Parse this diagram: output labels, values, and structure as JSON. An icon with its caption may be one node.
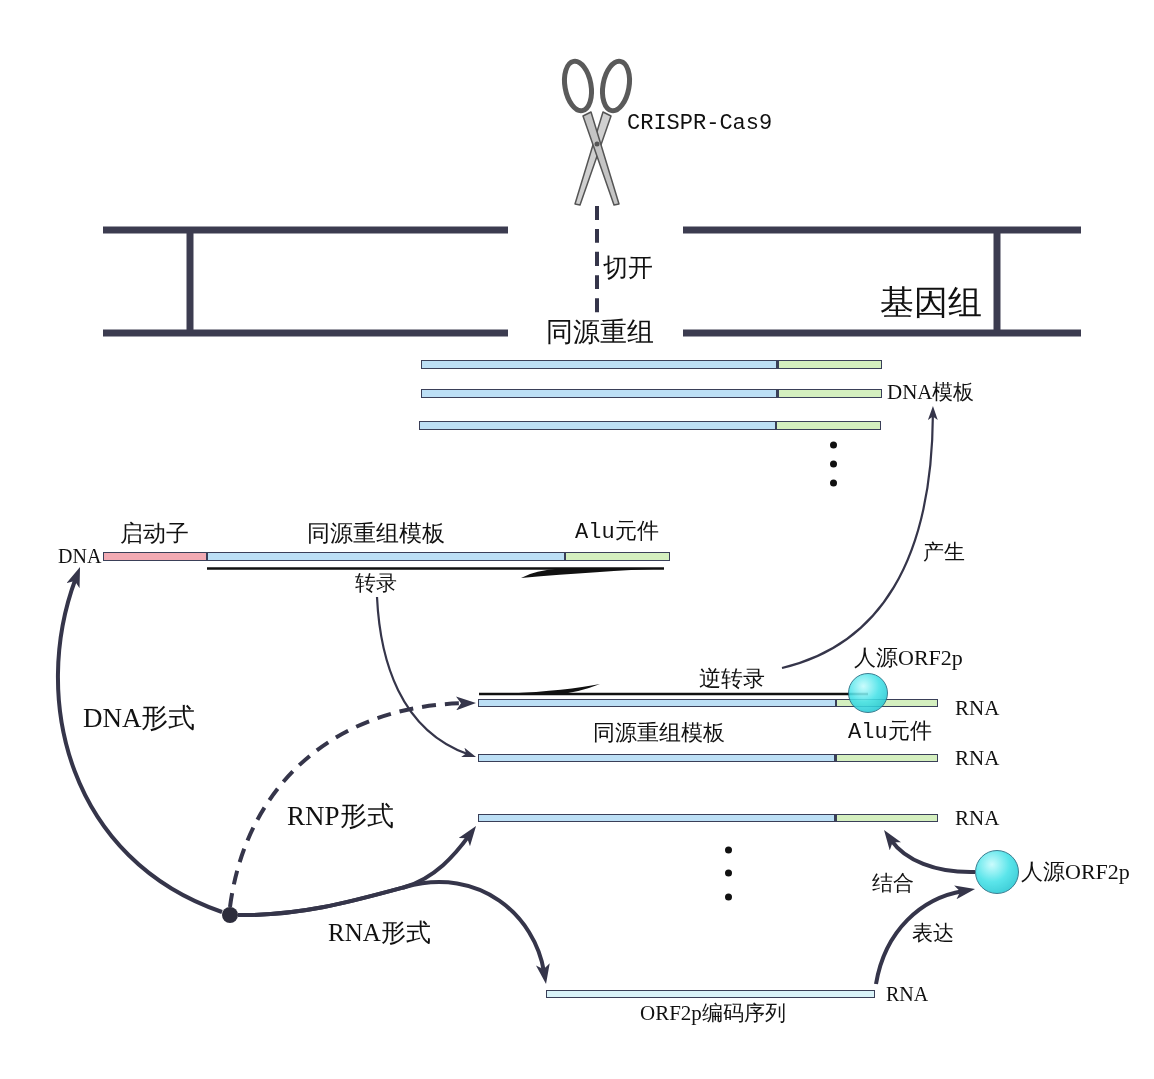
{
  "diagram": {
    "nodes": [
      {
        "text": [],
        "shape": "picture",
        "beside": [
          "CRISPR-Cas9"
        ]
      },
      {
        "text": [],
        "shape": "ladder"
      },
      {
        "text": [
          "基因组"
        ]
      },
      {
        "text": [
          "同源重组"
        ]
      },
      {
        "text": [],
        "shape": "bar"
      },
      {
        "text": [],
        "shape": "bar"
      },
      {
        "text": [
          "DNA模板"
        ]
      },
      {
        "text": [],
        "shape": "bar"
      },
      {
        "text": [
          "DNA"
        ]
      },
      {
        "text": [
          "启动子"
        ],
        "in": 8
      },
      {
        "text": [
          "同源重组模板"
        ],
        "in": 8
      },
      {
        "text": [
          "Alu元件"
        ],
        "in": 8
      },
      {
        "text": [
          "转录"
        ]
      },
      {
        "text": [],
        "shape": "circle",
        "beside": [
          "人源ORF2p"
        ]
      },
      {
        "text": [
          "逆转录"
        ]
      },
      {
        "text": [
          "RNA"
        ]
      },
      {
        "text": [
          "同源重组模板"
        ],
        "in": 15
      },
      {
        "text": [
          "Alu元件"
        ],
        "in": 15
      },
      {
        "text": [
          "RNA"
        ]
      },
      {
        "text": [
          "RNA"
        ]
      },
      {
        "text": [],
        "shape": "circle",
        "beside": [
          "人源ORF2p"
        ]
      },
      {
        "text": [],
        "shape": "circle"
      },
      {
        "text": [
          "ORF2p编码序列"
        ],
        "beside": [
          "RNA"
        ]
      }
    ],
    "edges": [
      {
        "from": 0,
        "to": 3,
        "arrow": "none",
        "style": "dashed",
        "label": "切开"
      },
      {
        "from": 14,
        "to": 6,
        "arrow": "to",
        "label": "产生"
      },
      {
        "from": 12,
        "to": 18,
        "arrow": "to"
      },
      {
        "from": 21,
        "to": 8,
        "arrow": "to",
        "label": "DNA形式"
      },
      {
        "from": 21,
        "to": 15,
        "arrow": "to",
        "style": "dashed",
        "label": "RNP形式"
      },
      {
        "from": 21,
        "to": 19,
        "arrow": "to",
        "label": "RNA形式"
      },
      {
        "from": 21,
        "to": 22,
        "arrow": "to"
      },
      {
        "from": 20,
        "to": 19,
        "arrow": "to",
        "label": "结合"
      },
      {
        "from": 22,
        "to": 20,
        "arrow": "to",
        "label": "表达"
      }
    ]
  }
}
